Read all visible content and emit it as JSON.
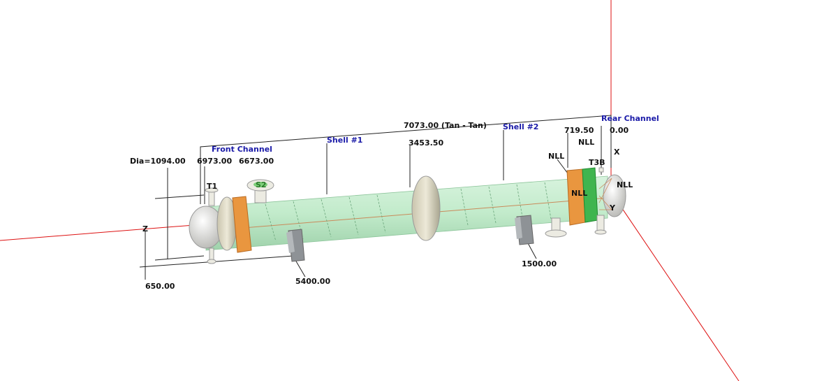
{
  "labels": {
    "front_channel": "Front Channel",
    "shell1": "Shell #1",
    "shell2": "Shell #2",
    "rear_channel": "Rear Channel",
    "tan_tan": "7073.00 (Tan - Tan)",
    "dia": "Dia=1094.00",
    "front_dim_a": "6973.00",
    "front_dim_b": "6673.00",
    "mid_flange": "3453.50",
    "rear_dim": "719.50",
    "rear_zero": "0.00",
    "saddle1": "5400.00",
    "saddle2": "1500.00",
    "elevation": "650.00",
    "nozzle_t1": "T1",
    "nozzle_s2": "S2",
    "nozzle_t3b": "T3B",
    "nll_1": "NLL",
    "nll_2": "NLL",
    "nll_3": "NLL",
    "nll_4": "NLL",
    "axis_x": "X",
    "axis_y": "Y",
    "axis_z": "Z"
  },
  "colors": {
    "shell": "#c8ecd0",
    "body_flange": "#e9963f",
    "tubesheet": "#3fb54f",
    "head": "#e8e8e4",
    "saddle": "#9a9ea2",
    "axis": "#dd1111"
  }
}
